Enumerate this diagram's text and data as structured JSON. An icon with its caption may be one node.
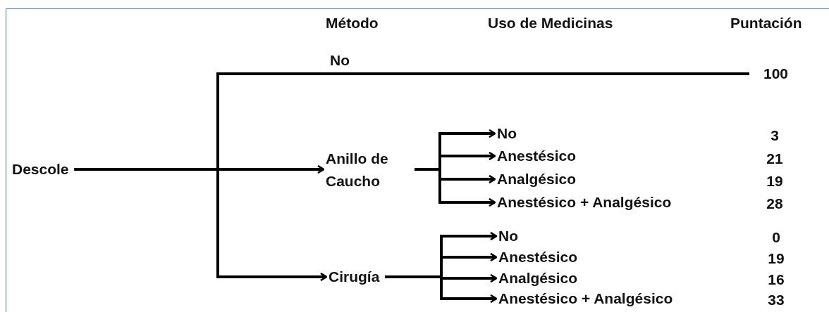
{
  "diagram": {
    "nodes": [
      {
        "text": [
          "Descole"
        ]
      },
      {
        "text": [
          "100"
        ]
      },
      {
        "text": [
          "Anillo de Caucho"
        ]
      },
      {
        "text": [
          "Cirugía"
        ]
      },
      {
        "text": [
          "No"
        ]
      },
      {
        "text": [
          "Anestésico"
        ]
      },
      {
        "text": [
          "Analgésico"
        ]
      },
      {
        "text": [
          "Anestésico + Analgésico"
        ]
      },
      {
        "text": [
          "No"
        ]
      },
      {
        "text": [
          "Anestésico"
        ]
      },
      {
        "text": [
          "Analgésico"
        ]
      },
      {
        "text": [
          "Anestésico + Analgésico"
        ]
      }
    ],
    "edges": [
      {
        "from": 0,
        "to": 1,
        "arrow": "none",
        "label": "No"
      },
      {
        "from": 0,
        "to": 2,
        "arrow": "to"
      },
      {
        "from": 0,
        "to": 3,
        "arrow": "to"
      },
      {
        "from": 2,
        "to": 4,
        "arrow": "to"
      },
      {
        "from": 2,
        "to": 5,
        "arrow": "to"
      },
      {
        "from": 2,
        "to": 6,
        "arrow": "to"
      },
      {
        "from": 2,
        "to": 7,
        "arrow": "to"
      },
      {
        "from": 3,
        "to": 8,
        "arrow": "to"
      },
      {
        "from": 3,
        "to": 9,
        "arrow": "to"
      },
      {
        "from": 3,
        "to": 10,
        "arrow": "to"
      },
      {
        "from": 3,
        "to": 11,
        "arrow": "to"
      }
    ],
    "labels": [
      "Método",
      "Uso de Medicinas",
      "Puntación",
      "3",
      "21",
      "19",
      "28",
      "0",
      "19",
      "16",
      "33"
    ]
  }
}
